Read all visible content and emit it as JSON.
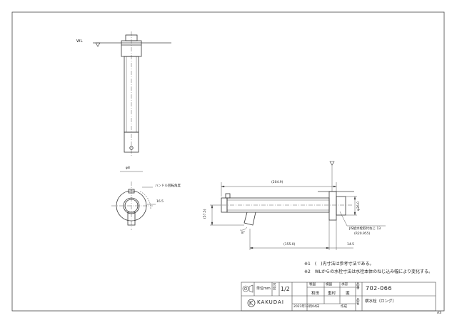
{
  "drawing": {
    "wl_label": "WL",
    "dimensions": {
      "overall_length": "(204.9)",
      "height": "(57.5)",
      "body_length": "(155.0)",
      "flange_offset": "14.5",
      "diameter_right": "φ26.0",
      "angle": "8°",
      "small_dim_a": "φ8",
      "small_dim_b": "16.5"
    },
    "thread_note_line1": "JIS給水栓取付ねじ 13",
    "thread_note_line2": "(R20.955)",
    "handle_note": "ハンドル回転角度",
    "notes": [
      "※1　(　)内寸法は参考寸法である。",
      "※2　WLからの水栓寸法は水栓本体のねじ込み幅により変化する。"
    ]
  },
  "title_block": {
    "unit_label": "単位mm",
    "scale_label": "尺度",
    "scale_value": "1/2",
    "role_headers": [
      "製図",
      "検図",
      "承認"
    ],
    "role_names": [
      "和田",
      "重村",
      "堀"
    ],
    "part_number_label": "品番",
    "part_number": "702-066",
    "part_name_label": "品名",
    "part_name": "横水栓（ロング）",
    "company": "KAKUDAI",
    "date": "2023年12月04日",
    "date_suffix": "作成",
    "page_size": "A3"
  }
}
